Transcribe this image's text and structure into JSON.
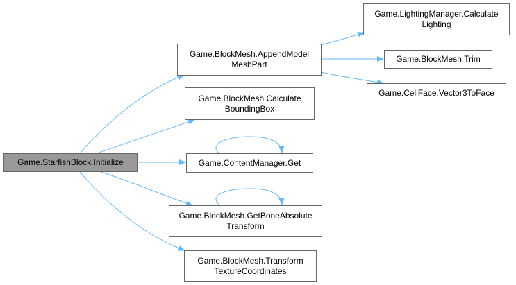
{
  "graph": {
    "edge_color": "#63b8ff",
    "root_fill": "#999999",
    "node_fill": "#ffffff",
    "border_color": "#666666",
    "nodes": [
      {
        "id": "root",
        "lines": [
          "Game.StarfishBlock.Initialize"
        ]
      },
      {
        "id": "append",
        "lines": [
          "Game.BlockMesh.AppendModel",
          "MeshPart"
        ]
      },
      {
        "id": "bbox",
        "lines": [
          "Game.BlockMesh.Calculate",
          "BoundingBox"
        ]
      },
      {
        "id": "get",
        "lines": [
          "Game.ContentManager.Get"
        ]
      },
      {
        "id": "bone",
        "lines": [
          "Game.BlockMesh.GetBoneAbsolute",
          "Transform"
        ]
      },
      {
        "id": "texcoord",
        "lines": [
          "Game.BlockMesh.Transform",
          "TextureCoordinates"
        ]
      },
      {
        "id": "lighting",
        "lines": [
          "Game.LightingManager.Calculate",
          "Lighting"
        ]
      },
      {
        "id": "trim",
        "lines": [
          "Game.BlockMesh.Trim"
        ]
      },
      {
        "id": "vec3face",
        "lines": [
          "Game.CellFace.Vector3ToFace"
        ]
      }
    ],
    "edges": [
      {
        "from": "root",
        "to": "append"
      },
      {
        "from": "root",
        "to": "bbox"
      },
      {
        "from": "root",
        "to": "get"
      },
      {
        "from": "root",
        "to": "bone"
      },
      {
        "from": "root",
        "to": "texcoord"
      },
      {
        "from": "get",
        "to": "get"
      },
      {
        "from": "bone",
        "to": "bone"
      },
      {
        "from": "append",
        "to": "lighting"
      },
      {
        "from": "append",
        "to": "trim"
      },
      {
        "from": "append",
        "to": "vec3face"
      }
    ]
  }
}
